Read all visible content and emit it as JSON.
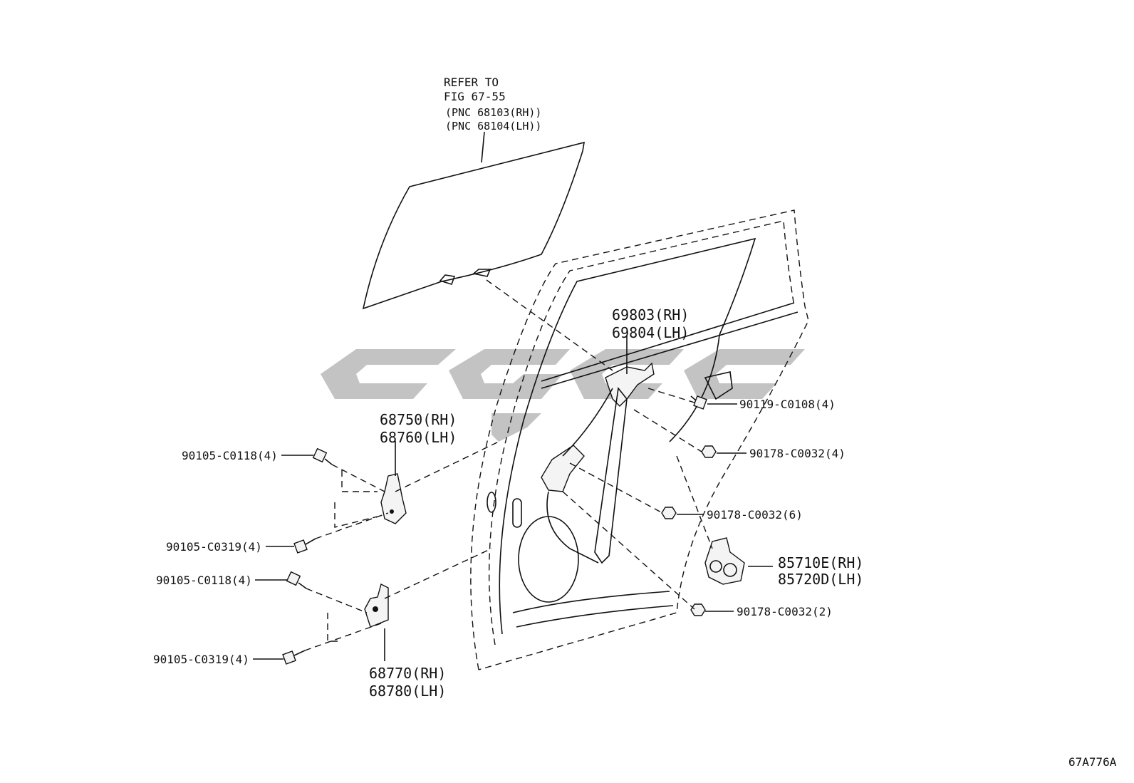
{
  "diagram": {
    "refer_note": {
      "line1": "REFER TO",
      "line2": "FIG 67-55",
      "line3": "(PNC 68103(RH))",
      "line4": "(PNC 68104(LH))"
    },
    "callouts": {
      "regulator_rh": "69803(RH)",
      "regulator_lh": "69804(LH)",
      "upper_hinge_rh": "68750(RH)",
      "upper_hinge_lh": "68760(LH)",
      "lower_hinge_rh": "68770(RH)",
      "lower_hinge_lh": "68780(LH)",
      "motor_rh": "85710E(RH)",
      "motor_lh": "85720D(LH)",
      "bolt_regulator": "90119-C0108(4)",
      "nut_upper": "90178-C0032(4)",
      "nut_middle": "90178-C0032(6)",
      "nut_lower": "90178-C0032(2)",
      "bolt_upper_hinge_top": "90105-C0118(4)",
      "bolt_upper_hinge_bottom": "90105-C0319(4)",
      "bolt_lower_hinge_top": "90105-C0118(4)",
      "bolt_lower_hinge_bottom": "90105-C0319(4)"
    },
    "figure_code": "67A776A"
  }
}
